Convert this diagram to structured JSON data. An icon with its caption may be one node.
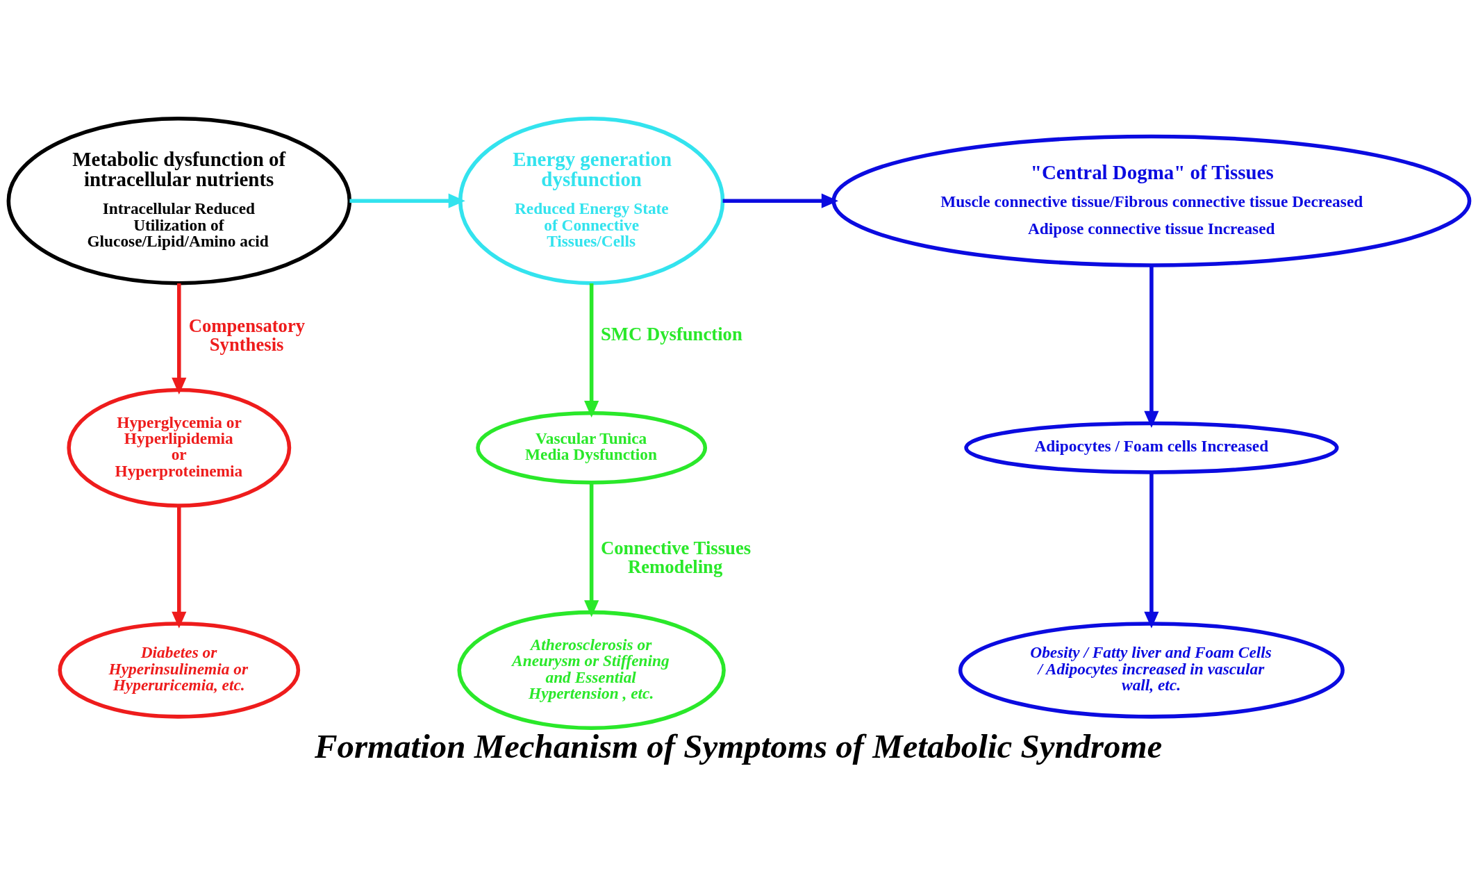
{
  "diagram": {
    "title": "Formation Mechanism of Symptoms of Metabolic Syndrome",
    "nodes": [
      {
        "text": [
          "Metabolic dysfunction of intracellular nutrients",
          "Intracellular Reduced Utilization of Glucose/Lipid/Amino acid"
        ]
      },
      {
        "text": [
          "Energy generation dysfunction",
          "Reduced Energy State of Connective Tissues/Cells"
        ]
      },
      {
        "text": [
          "\"Central Dogma\" of Tissues",
          "Muscle connective tissue/Fibrous connective tissue Decreased",
          "Adipose connective tissue Increased"
        ]
      },
      {
        "text": [
          "Hyperglycemia or Hyperlipidemia or Hyperproteinemia"
        ]
      },
      {
        "text": [
          "Diabetes or Hyperinsulinemia or Hyperuricemia, etc."
        ]
      },
      {
        "text": [
          "Vascular Tunica Media Dysfunction"
        ]
      },
      {
        "text": [
          "Atherosclerosis or Aneurysm or Stiffening and Essential Hypertension , etc."
        ]
      },
      {
        "text": [
          "Adipocytes / Foam cells Increased"
        ]
      },
      {
        "text": [
          "Obesity / Fatty liver and Foam Cells / Adipocytes increased in vascular wall, etc."
        ]
      }
    ],
    "edges": [
      {
        "from": 0,
        "to": 1,
        "arrow": "to",
        "color": "#33e3ee"
      },
      {
        "from": 1,
        "to": 2,
        "arrow": "to"
      },
      {
        "from": 0,
        "to": 3,
        "arrow": "to",
        "label": "Compensatory Synthesis",
        "color": "#ee1c1c"
      },
      {
        "from": 3,
        "to": 4,
        "arrow": "to",
        "color": "#ee1c1c"
      },
      {
        "from": 1,
        "to": 5,
        "arrow": "to",
        "label": "SMC Dysfunction",
        "color": "#2ae82a"
      },
      {
        "from": 5,
        "to": 6,
        "arrow": "to",
        "label": "Connective Tissues Remodeling",
        "color": "#2ae82a"
      },
      {
        "from": 2,
        "to": 7,
        "arrow": "to"
      },
      {
        "from": 7,
        "to": 8,
        "arrow": "to"
      }
    ]
  }
}
